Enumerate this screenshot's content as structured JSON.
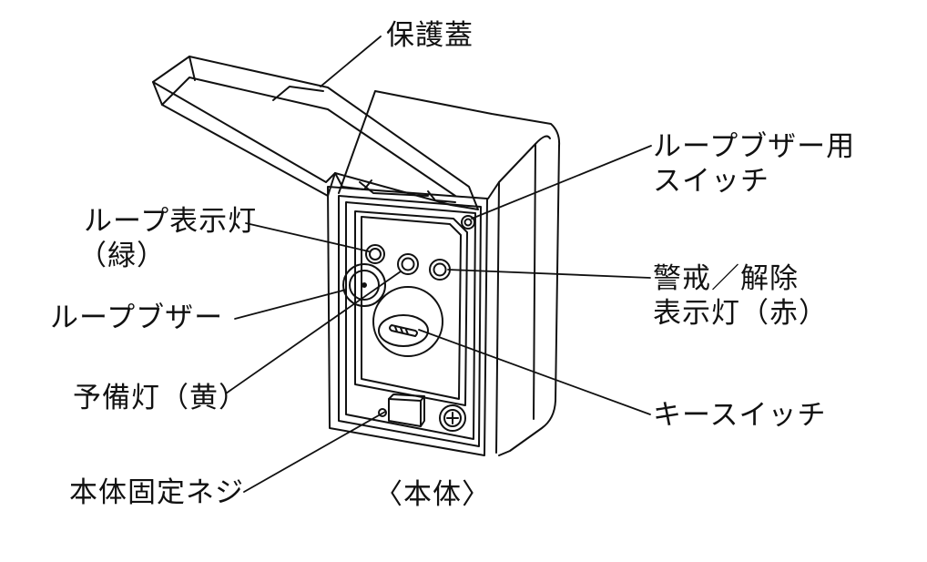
{
  "labels": {
    "cover": "保護蓋",
    "loop_buzzer_switch_l1": "ループブザー用",
    "loop_buzzer_switch_l2": "スイッチ",
    "loop_lamp_l1": "ループ表示灯",
    "loop_lamp_l2": "（緑）",
    "alarm_lamp_l1": "警戒／解除",
    "alarm_lamp_l2": "表示灯（赤）",
    "loop_buzzer": "ループブザー",
    "spare_lamp": "予備灯（黄）",
    "key_switch": "キースイッチ",
    "fixing_screw": "本体固定ネジ",
    "caption": "〈本体〉"
  }
}
